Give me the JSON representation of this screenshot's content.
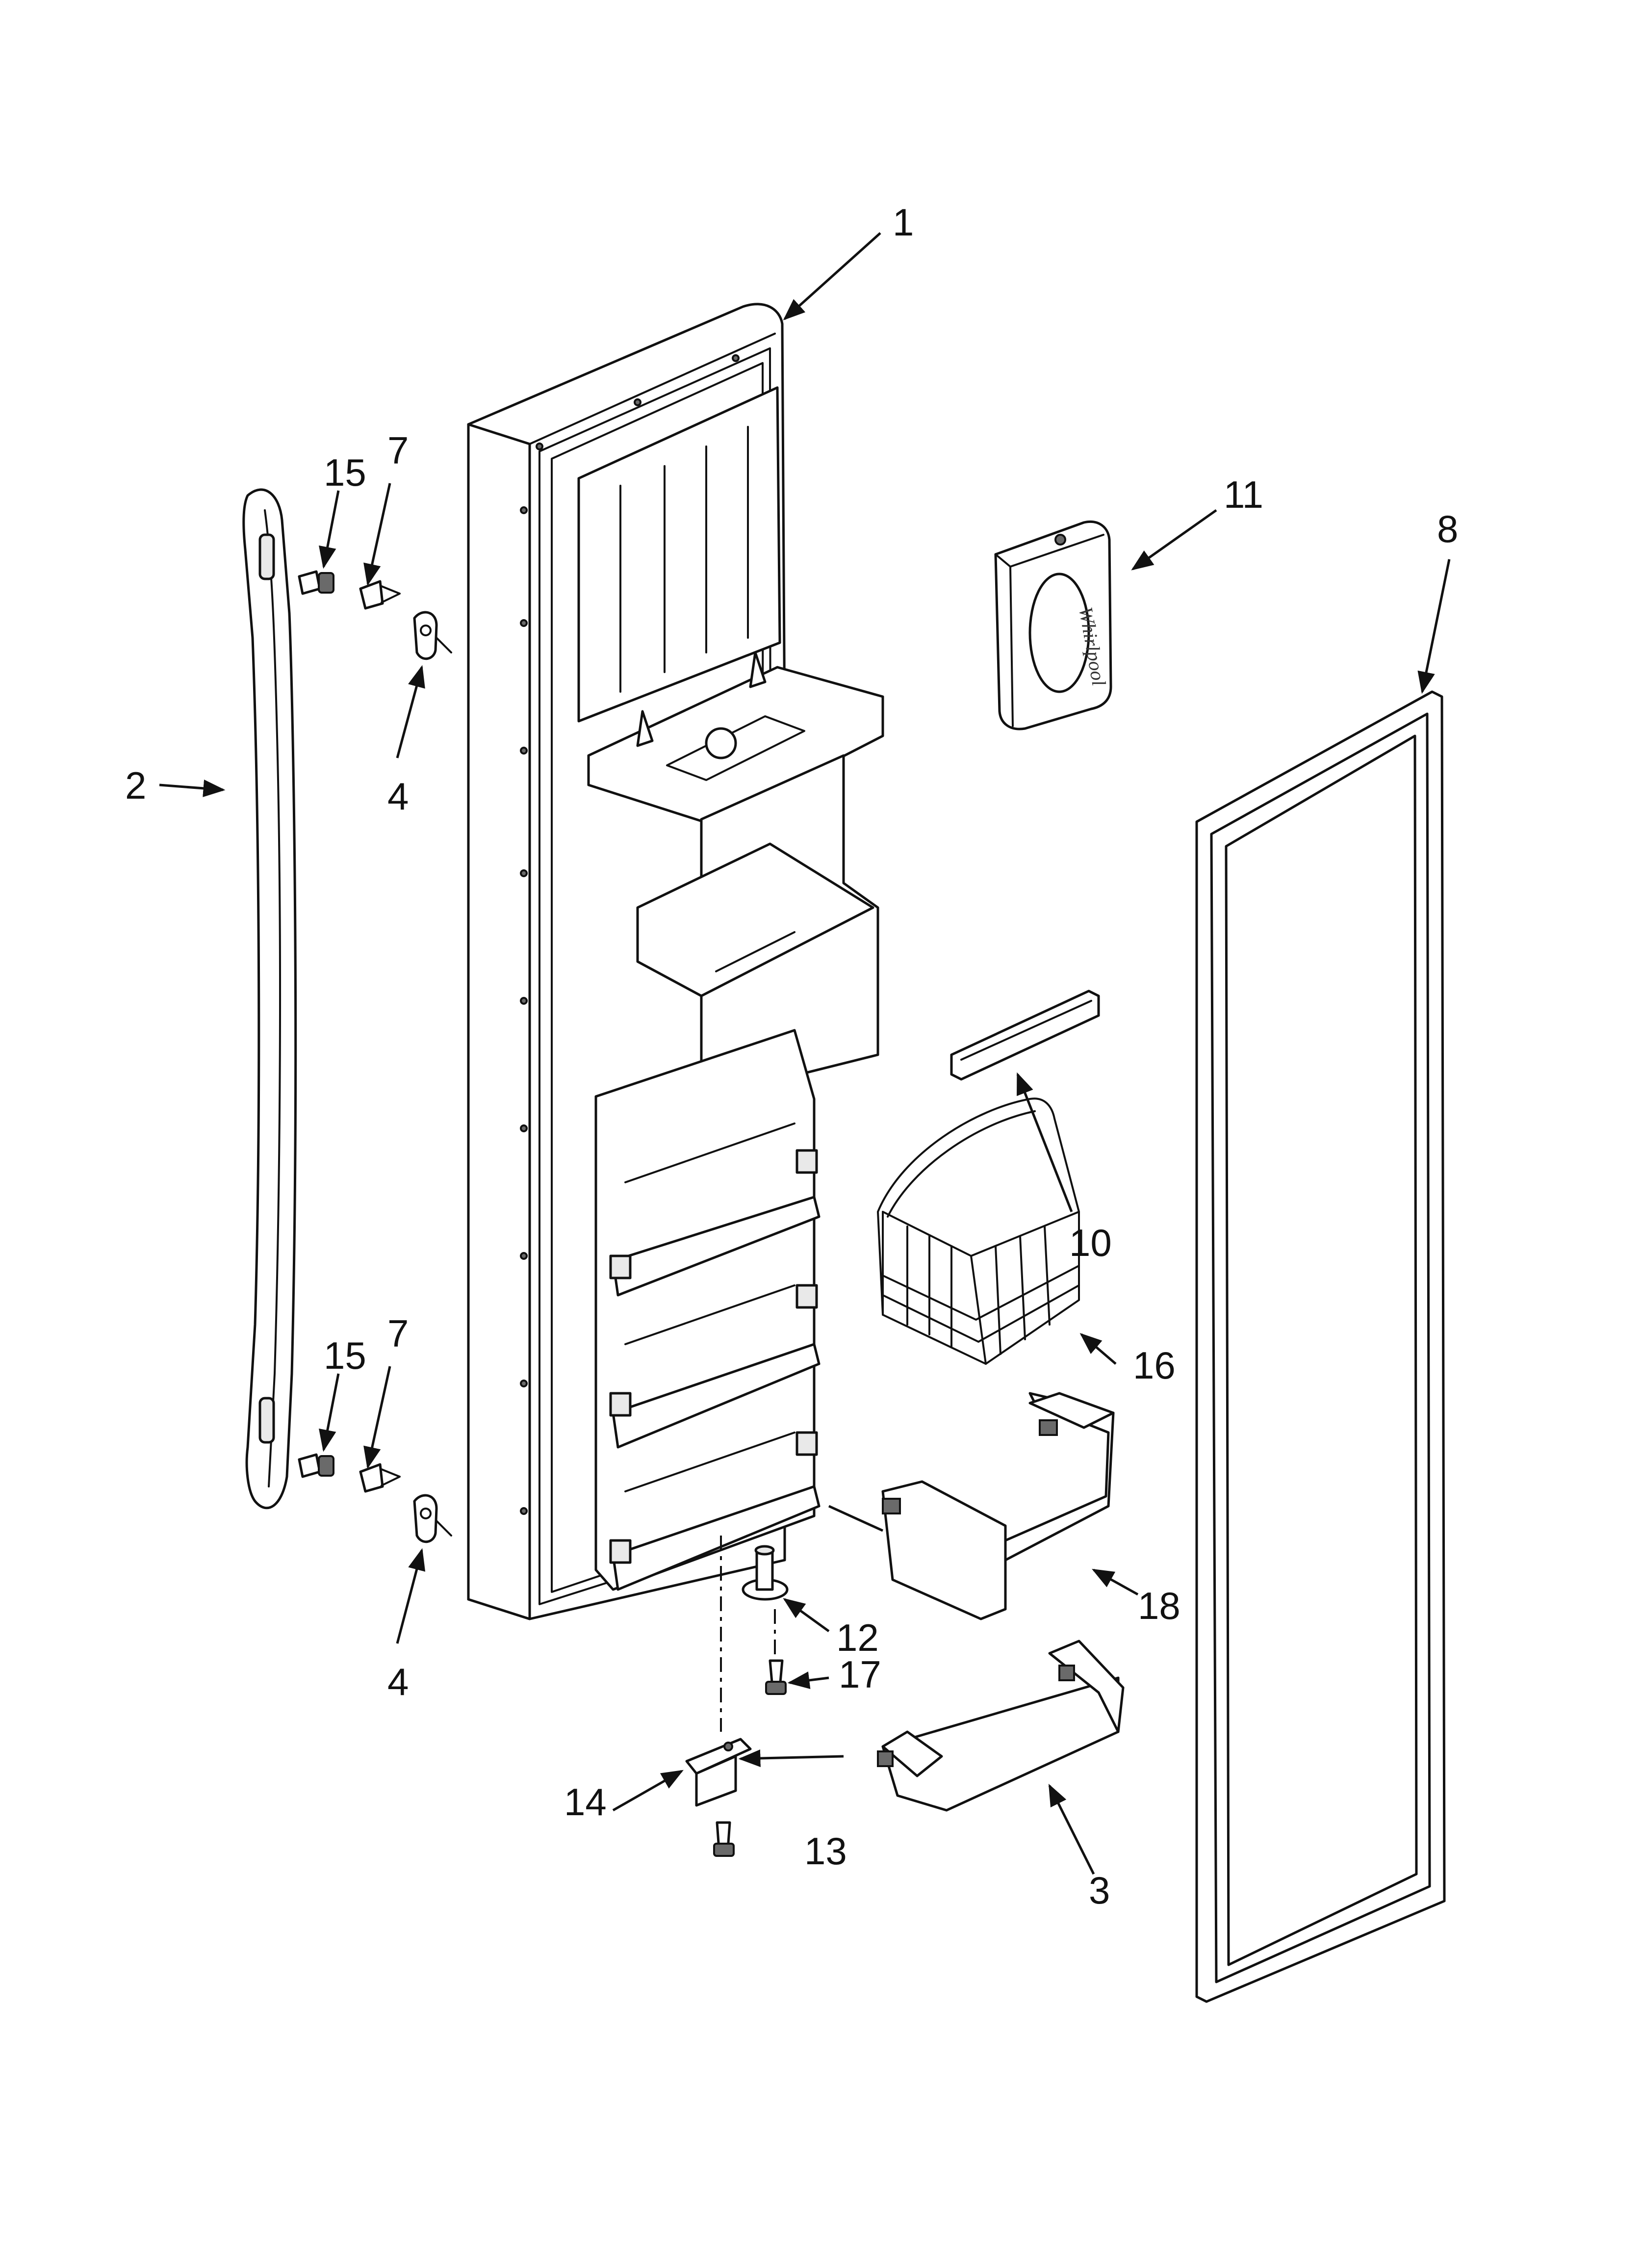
{
  "brand_logo_text": "Whirlpool",
  "callouts": {
    "c1": "1",
    "c2": "2",
    "c3": "3",
    "c4a": "4",
    "c4b": "4",
    "c7a": "7",
    "c7b": "7",
    "c8": "8",
    "c10": "10",
    "c11": "11",
    "c12": "12",
    "c13": "13",
    "c14": "14",
    "c15a": "15",
    "c15b": "15",
    "c16": "16",
    "c17": "17",
    "c18": "18"
  },
  "colors": {
    "line": "#111111",
    "background": "#ffffff"
  }
}
